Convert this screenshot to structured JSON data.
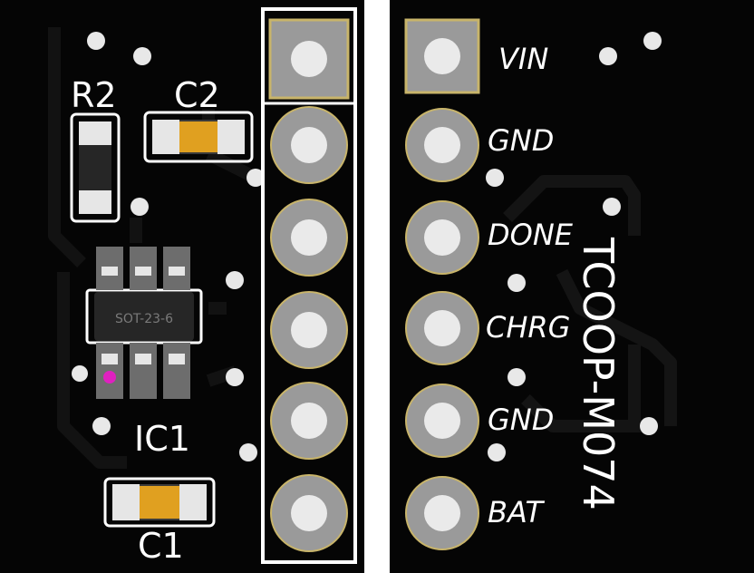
{
  "colors": {
    "board": "#050505",
    "trace": "#111111",
    "silkscreen": "#ffffff",
    "pad_ring": "#9a9a9a",
    "pad_edge": "#c8b46a",
    "pad_center": "#eaeaea",
    "solder": "#e0a020",
    "pin1_marker": "#e020c0"
  },
  "front": {
    "r2_label": "R2",
    "c2_label": "C2",
    "ic1_label": "IC1",
    "ic1_package": "SOT-23-6",
    "c1_label": "C1"
  },
  "back": {
    "pins": [
      "VIN",
      "GND",
      "DONE",
      "CHRG",
      "GND",
      "BAT"
    ],
    "board_name": "TCOOP-M074"
  }
}
